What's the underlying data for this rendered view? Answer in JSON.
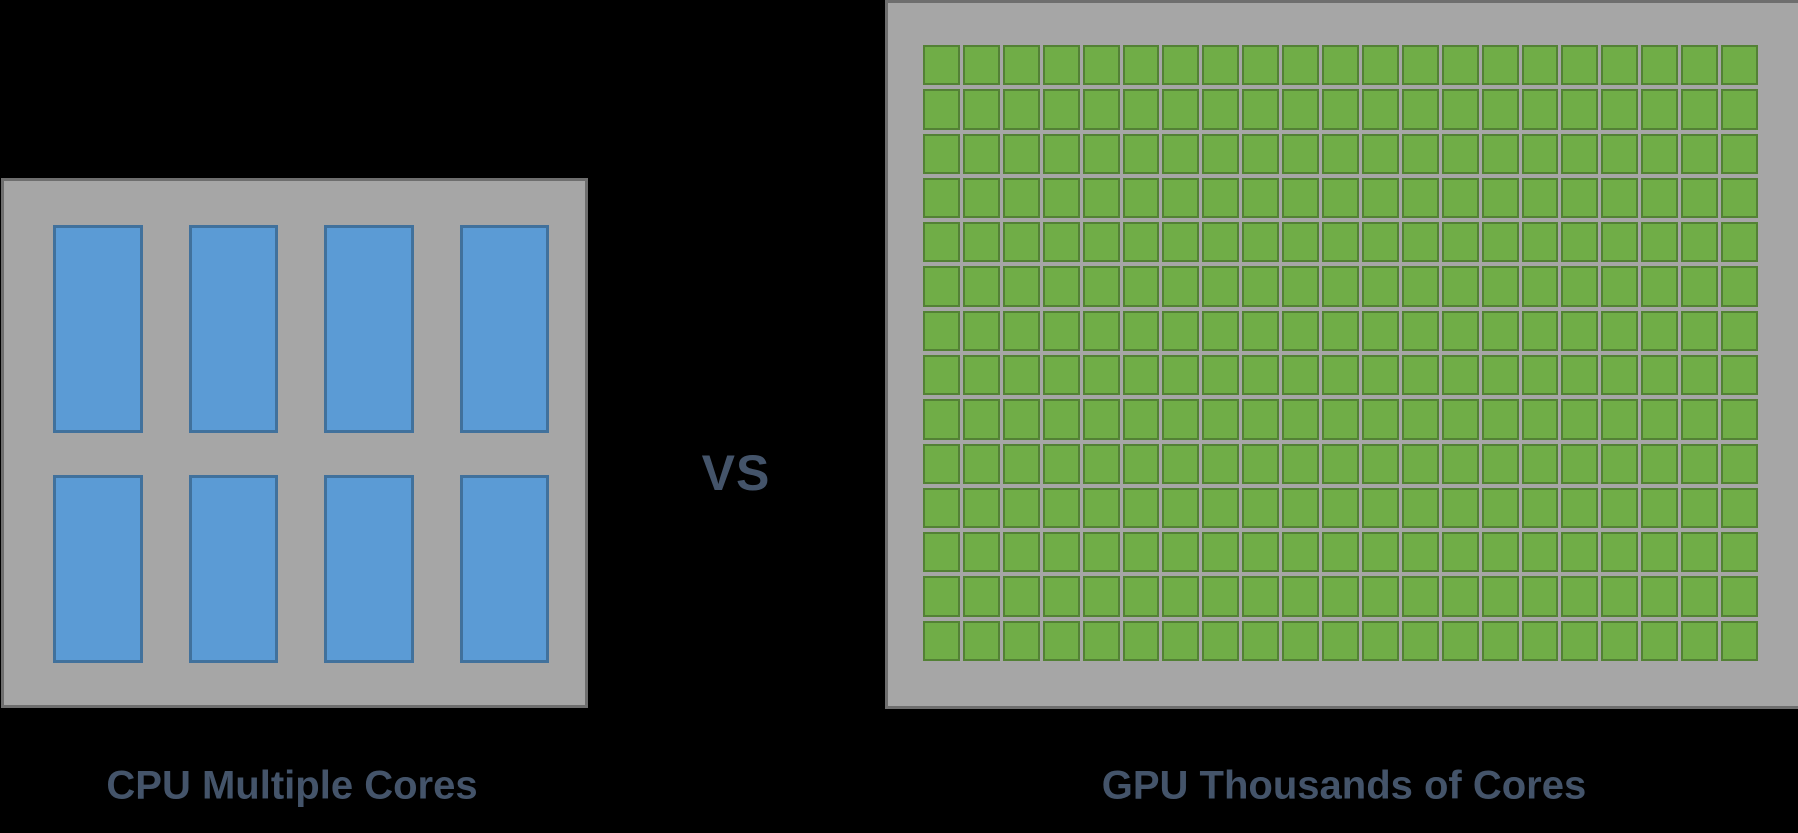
{
  "page": {
    "background": "#000000",
    "text_color": "#44546A"
  },
  "vs": {
    "label": "VS"
  },
  "chip_common": {
    "fill": "#A6A6A6",
    "border": "#6E6E6E"
  },
  "cpu": {
    "caption": "CPU Multiple Cores",
    "core_count": 8,
    "grid": {
      "rows": 2,
      "cols": 4
    },
    "core_fill": "#5B9BD5",
    "core_border": "#41719C"
  },
  "gpu": {
    "caption": "GPU Thousands of Cores",
    "core_count": 294,
    "grid": {
      "rows": 14,
      "cols": 21
    },
    "core_fill": "#70AD47",
    "core_border": "#538135"
  }
}
